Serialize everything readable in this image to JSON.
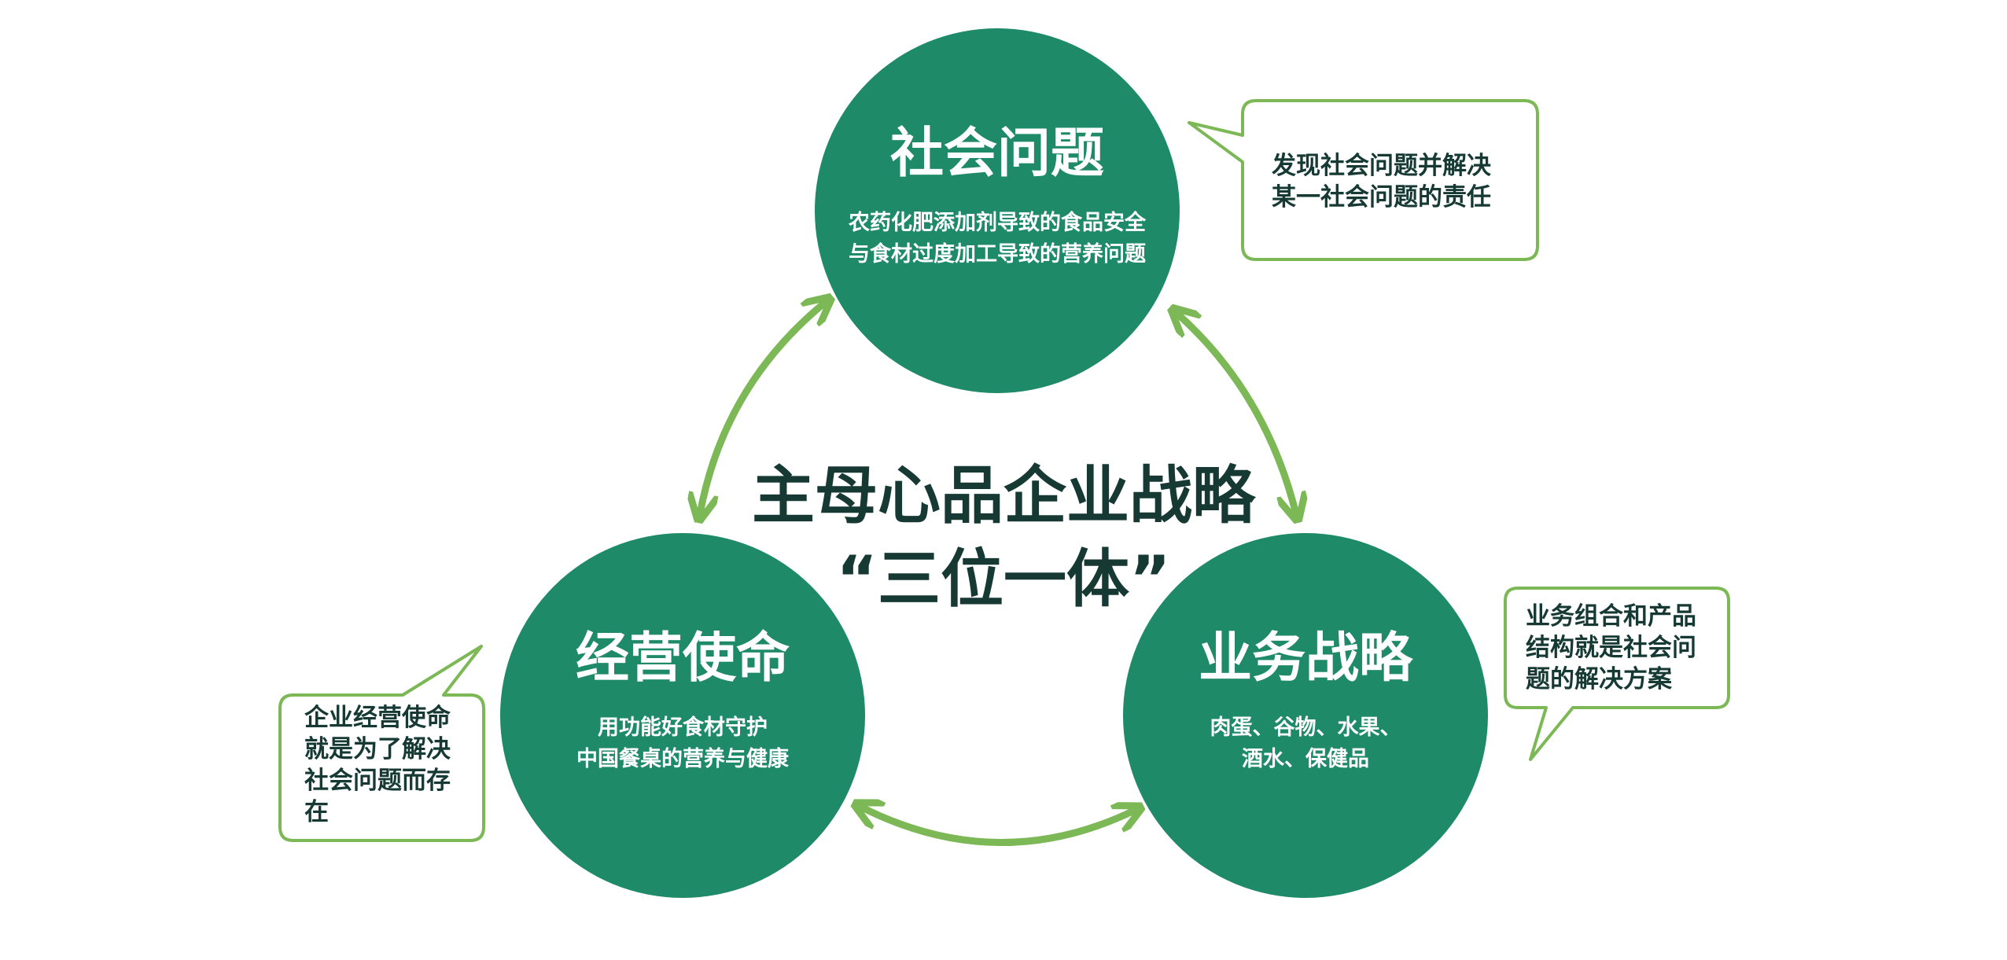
{
  "colors": {
    "circle_fill": "#1f8a68",
    "arrow": "#7db856",
    "bubble_border": "#7db856",
    "title_text": "#163a33"
  },
  "center": {
    "title_line1": "主母心品企业战略",
    "title_line2": "“三位一体”"
  },
  "nodes": {
    "social": {
      "title": "社会问题",
      "desc_line1": "农药化肥添加剂导致的食品安全",
      "desc_line2": "与食材过度加工导致的营养问题"
    },
    "mission": {
      "title": "经营使命",
      "desc_line1": "用功能好食材守护",
      "desc_line2": "中国餐桌的营养与健康"
    },
    "business": {
      "title": "业务战略",
      "desc_line1": "肉蛋、谷物、水果、",
      "desc_line2": "酒水、保健品"
    }
  },
  "notes": {
    "social": {
      "line1": "发现社会问题并解决",
      "line2": "某一社会问题的责任"
    },
    "mission": {
      "line1": "企业经营使命",
      "line2": "就是为了解决",
      "line3": "社会问题而存",
      "line4": "在"
    },
    "business": {
      "line1": "业务组合和产品",
      "line2": "结构就是社会问",
      "line3": "题的解决方案"
    }
  },
  "icons": {
    "arrows": "double-headed-curved-arrow",
    "bubbles": "speech-bubble"
  }
}
